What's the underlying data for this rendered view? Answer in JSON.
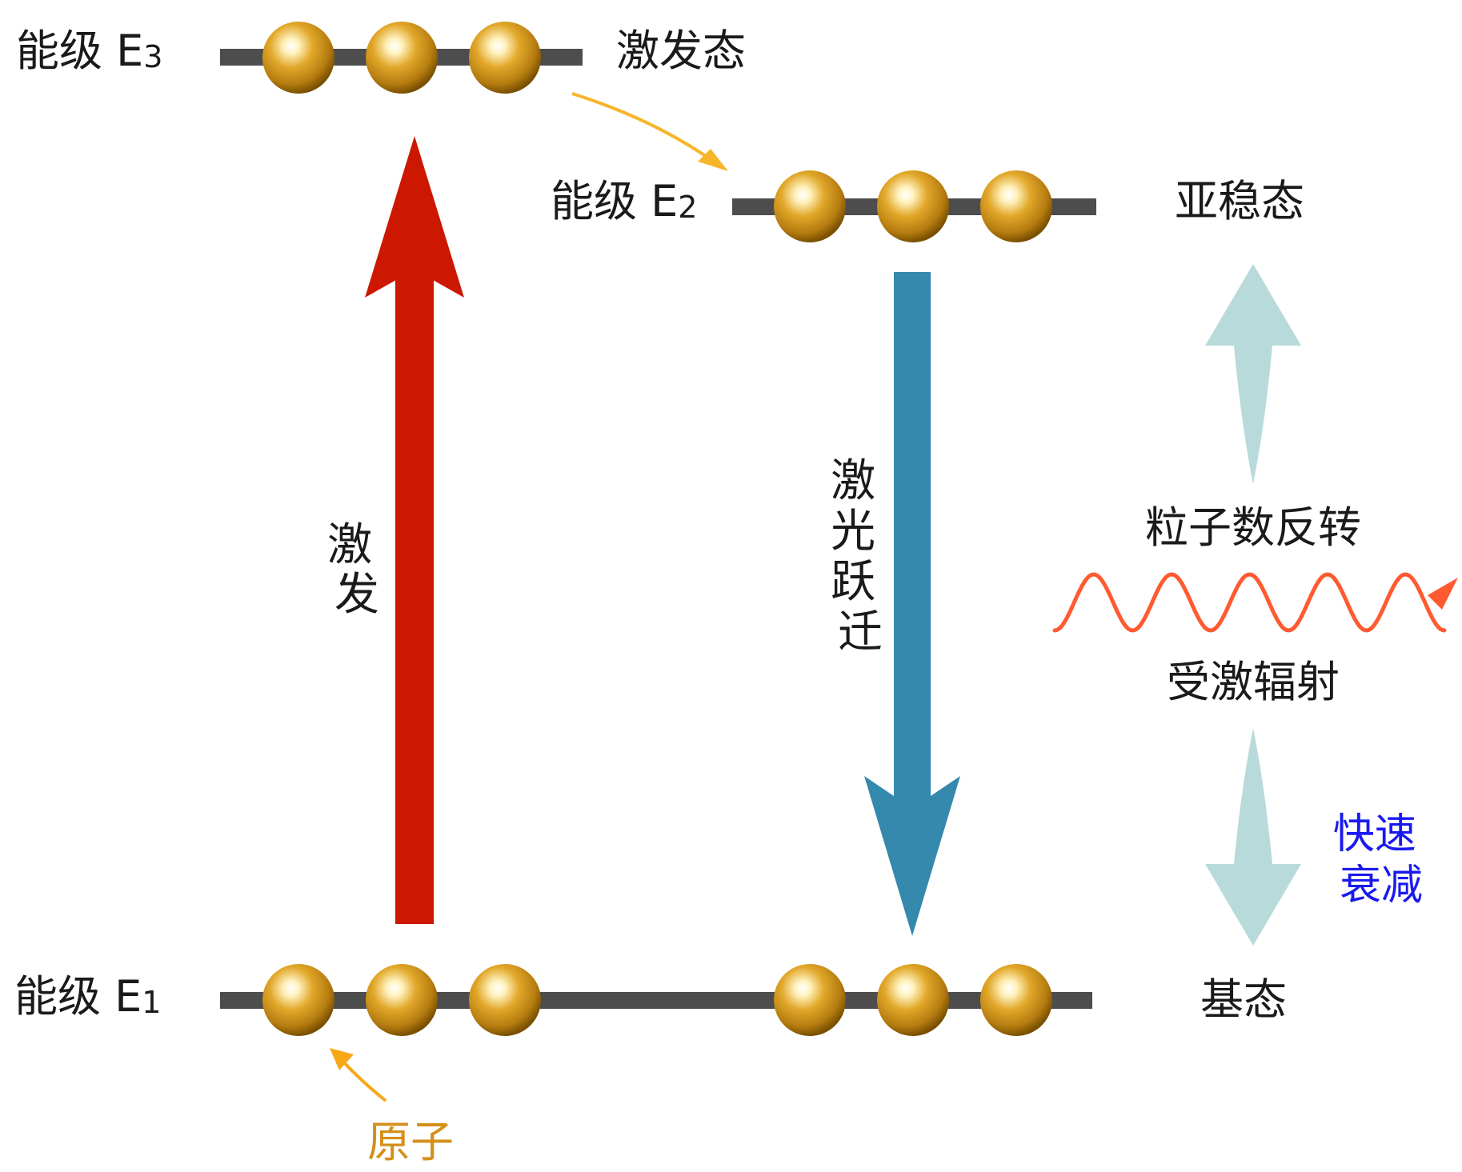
{
  "levels": {
    "e3": {
      "name": "能级 E",
      "index": "3",
      "state": "激发态"
    },
    "e2": {
      "name": "能级 E",
      "index": "2",
      "state": "亚稳态"
    },
    "e1": {
      "name": "能级 E",
      "index": "1",
      "state": "基态"
    }
  },
  "arrows": {
    "excitation": [
      "激",
      "发"
    ],
    "laser_transition": [
      "激",
      "光",
      "跃",
      "迁"
    ]
  },
  "right_panel": {
    "inversion": "粒子数反转",
    "stimulated_emission": "受激辐射",
    "fast_decay": [
      "快速",
      "衰减"
    ]
  },
  "atom_label": "原子",
  "colors": {
    "level_line": "#4d4d4d",
    "atom": "#d9a020",
    "excitation_arrow": "#cc1800",
    "laser_arrow": "#3589ad",
    "double_arrow": "#b9dada",
    "wave": "#ff5a30",
    "atom_label": "#d4901a",
    "fast_decay": "#1a1aee",
    "curved_arrow": "#f7b52c"
  }
}
